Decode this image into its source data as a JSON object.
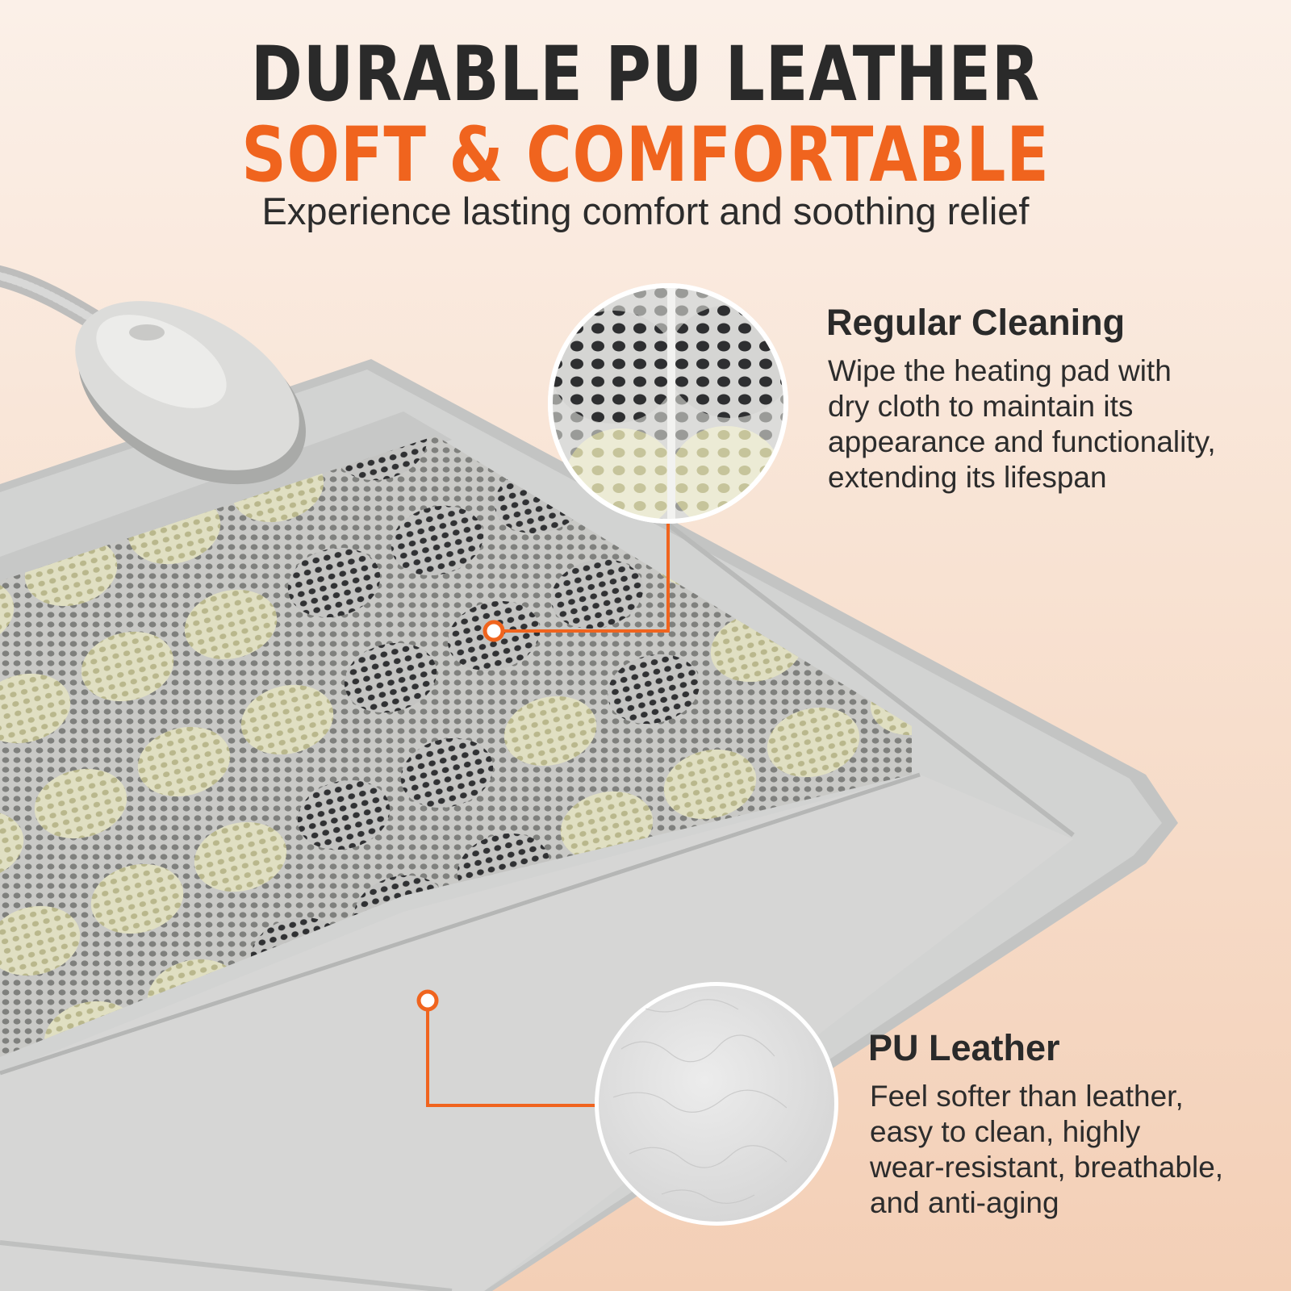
{
  "header": {
    "line1": "DURABLE PU LEATHER",
    "line2": "SOFT & COMFORTABLE",
    "subtitle": "Experience lasting comfort and soothing relief"
  },
  "features": [
    {
      "title": "Regular Cleaning",
      "lines": [
        "Wipe the heating pad with",
        "dry cloth to maintain its",
        "appearance and functionality,",
        "extending its lifespan"
      ]
    },
    {
      "title": "PU Leather",
      "lines": [
        "Feel softer than leather,",
        "easy to clean, highly",
        "wear-resistant, breathable,",
        "and anti-aging"
      ]
    }
  ],
  "colors": {
    "accent": "#f0641e",
    "dark_text": "#2a2a2a",
    "pad_gray": "#cfd0cf",
    "stone_light": "#d8d6b0",
    "stone_dark": "#3b3c3e"
  },
  "icons": [
    "controller-icon",
    "magnify-mesh-icon",
    "magnify-leather-icon"
  ]
}
